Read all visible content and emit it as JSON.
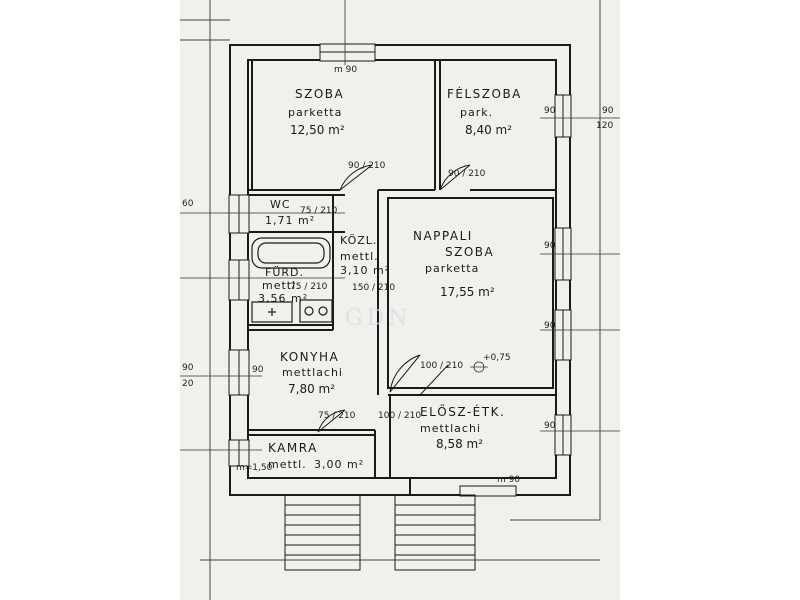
{
  "watermark": "GDN",
  "rooms": {
    "szoba": {
      "name": "SZOBA",
      "floor": "parketta",
      "area": "12,50 m²"
    },
    "felszoba": {
      "name": "FÉLSZOBA",
      "floor": "park.",
      "area": "8,40 m²"
    },
    "wc": {
      "name": "WC",
      "size": "1,71 m²"
    },
    "kozl": {
      "name": "KÖZL.",
      "floor": "mettl.",
      "area": "3,10 m²"
    },
    "furdo": {
      "name": "FÜRD.",
      "floor": "mettl.",
      "area": "3,56 m²"
    },
    "nappali": {
      "name": "NAPPALI",
      "name2": "SZOBA",
      "floor": "parketta",
      "area": "17,55 m²"
    },
    "konyha": {
      "name": "KONYHA",
      "floor": "mettlachi",
      "area": "7,80 m²"
    },
    "eloszetk": {
      "name": "ELŐSZ-ÉTK.",
      "floor": "mettlachi",
      "area": "8,58 m²"
    },
    "kamra": {
      "name": "KAMRA",
      "floor": "mettl.",
      "area": "3,00 m²"
    }
  },
  "dimensions": {
    "top_window": "m 90",
    "felszoba_window": "90",
    "right_window_1": "90",
    "right_window_2": "90",
    "right_window_3": "90",
    "konyha_window": "90",
    "bottom_window": "m 90",
    "door_szoba": "90 / 210",
    "door_felszoba": "90 / 210",
    "door_wc": "75 / 210",
    "door_furdo": "75 / 210",
    "door_nappali": "150 / 210",
    "door_konyha": "75 / 210",
    "door_elosz": "100 / 210",
    "door_nappali_2": "100 / 210",
    "level": "+0,75",
    "kamra_height": "m=1,50",
    "right_90": "90",
    "right_120": "120",
    "left_60": "60",
    "left_90": "90",
    "left_20": "20"
  }
}
